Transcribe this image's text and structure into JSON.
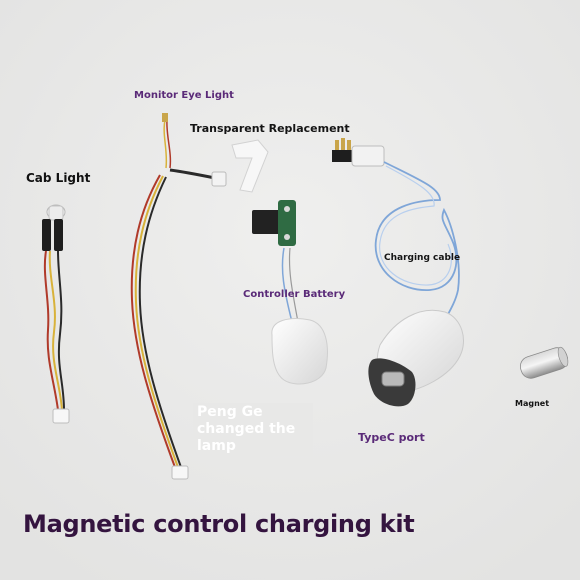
{
  "labels": {
    "cab_light": "Cab Light",
    "monitor_eye_light": "Monitor Eye Light",
    "transparent_replacement": "Transparent Replacement",
    "charging_cable": "Charging cable",
    "controller_battery": "Controller Battery",
    "magnet": "Magnet",
    "typec_port": "TypeC port",
    "peng_ge": "Peng Ge changed the lamp"
  },
  "title": "Magnetic control charging kit",
  "colors": {
    "background": "#e9e9e8",
    "title": "#34143f",
    "label_purple": "#5a2a78",
    "label_dark": "#141414",
    "cable_blue": "#7fa6d8",
    "wire_red": "#b03a2a",
    "wire_yellow": "#d8b23a"
  }
}
